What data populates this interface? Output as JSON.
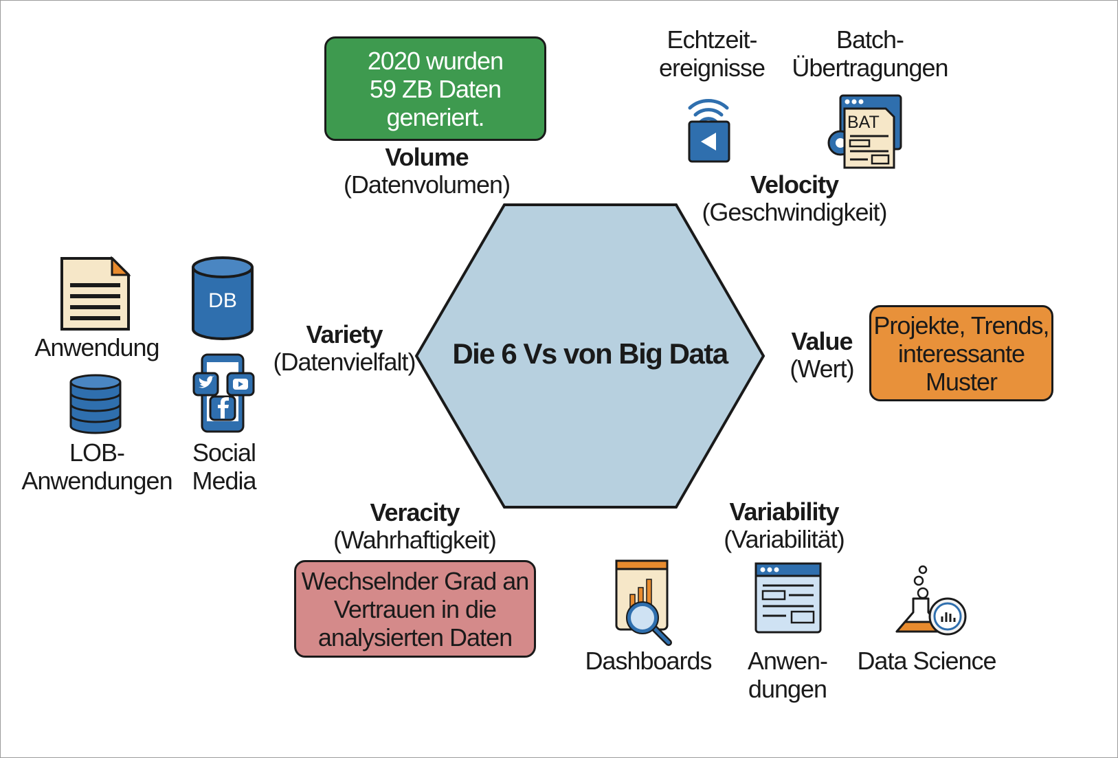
{
  "center": {
    "title": "Die 6 Vs von Big Data"
  },
  "volume": {
    "title": "Volume",
    "subtitle": "(Datenvolumen)",
    "box": "2020 wurden\n59 ZB Daten\ngeneriert."
  },
  "velocity": {
    "title": "Velocity",
    "subtitle": "(Geschwindigkeit)",
    "items": [
      {
        "label": "Echtzeit-\nereignisse",
        "icon": "broadcast-icon"
      },
      {
        "label": "Batch-\nÜbertragungen",
        "icon": "batch-file-icon",
        "icon_text": "BAT"
      }
    ]
  },
  "variety": {
    "title": "Variety",
    "subtitle": "(Datenvielfalt)",
    "items": [
      {
        "label": "Anwendung",
        "icon": "document-icon"
      },
      {
        "label": "",
        "icon": "database-cylinder-icon",
        "icon_text": "DB"
      },
      {
        "label": "LOB-\nAnwendungen",
        "icon": "database-stack-icon"
      },
      {
        "label": "Social\nMedia",
        "icon": "social-media-phone-icon"
      }
    ]
  },
  "value": {
    "title": "Value",
    "subtitle": "(Wert)",
    "box": "Projekte, Trends,\ninteressante\nMuster"
  },
  "veracity": {
    "title": "Veracity",
    "subtitle": "(Wahrhaftigkeit)",
    "box": "Wechselnder Grad an\nVertrauen in die\nanalysierten Daten"
  },
  "variability": {
    "title": "Variability",
    "subtitle": "(Variabilität)",
    "items": [
      {
        "label": "Dashboards",
        "icon": "dashboard-magnifier-icon"
      },
      {
        "label": "Anwen-\ndungen",
        "icon": "application-window-icon"
      },
      {
        "label": "Data Science",
        "icon": "flask-chart-icon"
      }
    ]
  },
  "colors": {
    "hexagon": "#b7d0df",
    "volume_box": "#3e9a4f",
    "value_box": "#e8913a",
    "veracity_box": "#d48a8a",
    "icon_blue": "#2f6fae",
    "icon_orange": "#e88b2e"
  }
}
